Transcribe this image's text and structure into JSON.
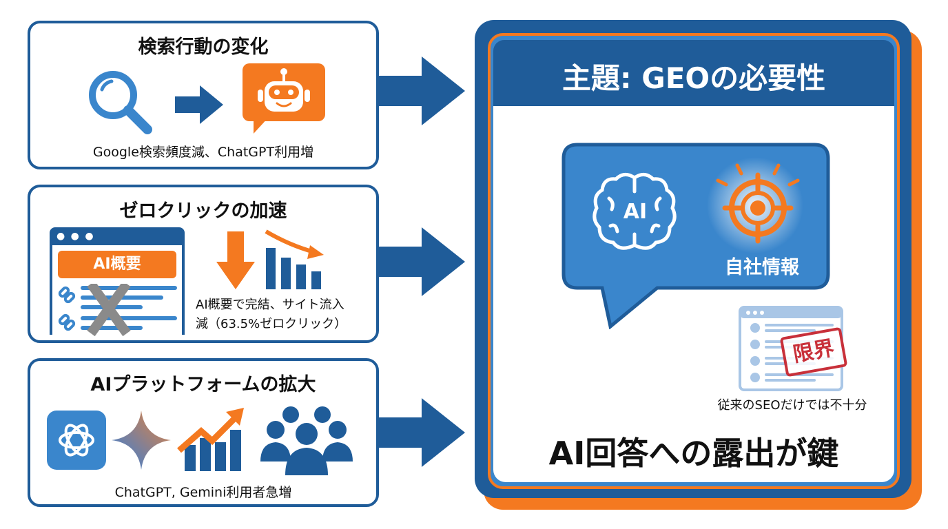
{
  "panels": [
    {
      "title": "検索行動の変化",
      "caption": "Google検索頻度減、ChatGPT利用増",
      "icons": [
        "search-icon",
        "arrow-right-icon",
        "robot-chat-icon"
      ]
    },
    {
      "title": "ゼロクリックの加速",
      "window_badge": "AI概要",
      "caption_line1": "AI概要で完結、サイト流入",
      "caption_line2": "減（63.5%ゼロクリック）",
      "icons": [
        "browser-window-icon",
        "link-icon",
        "cross-icon",
        "down-arrow-icon",
        "declining-bar-chart-icon"
      ]
    },
    {
      "title": "AIプラットフォームの拡大",
      "caption": "ChatGPT, Gemini利用者急増",
      "icons": [
        "chatgpt-logo-icon",
        "gemini-sparkle-icon",
        "growth-chart-icon",
        "users-group-icon"
      ]
    }
  ],
  "main": {
    "title": "主題: GEOの必要性",
    "bubble": {
      "brain_label": "AI",
      "target_label": "自社情報"
    },
    "seo_box": {
      "stamp": "限界",
      "caption": "従来のSEOだけでは不十分"
    },
    "bottom_message": "AI回答への露出が鍵"
  },
  "colors": {
    "blue": "#1f5c99",
    "light_blue": "#3a86cc",
    "orange": "#f47920",
    "red_stamp": "#c8303a",
    "gray_cross": "#8a8a8a"
  }
}
